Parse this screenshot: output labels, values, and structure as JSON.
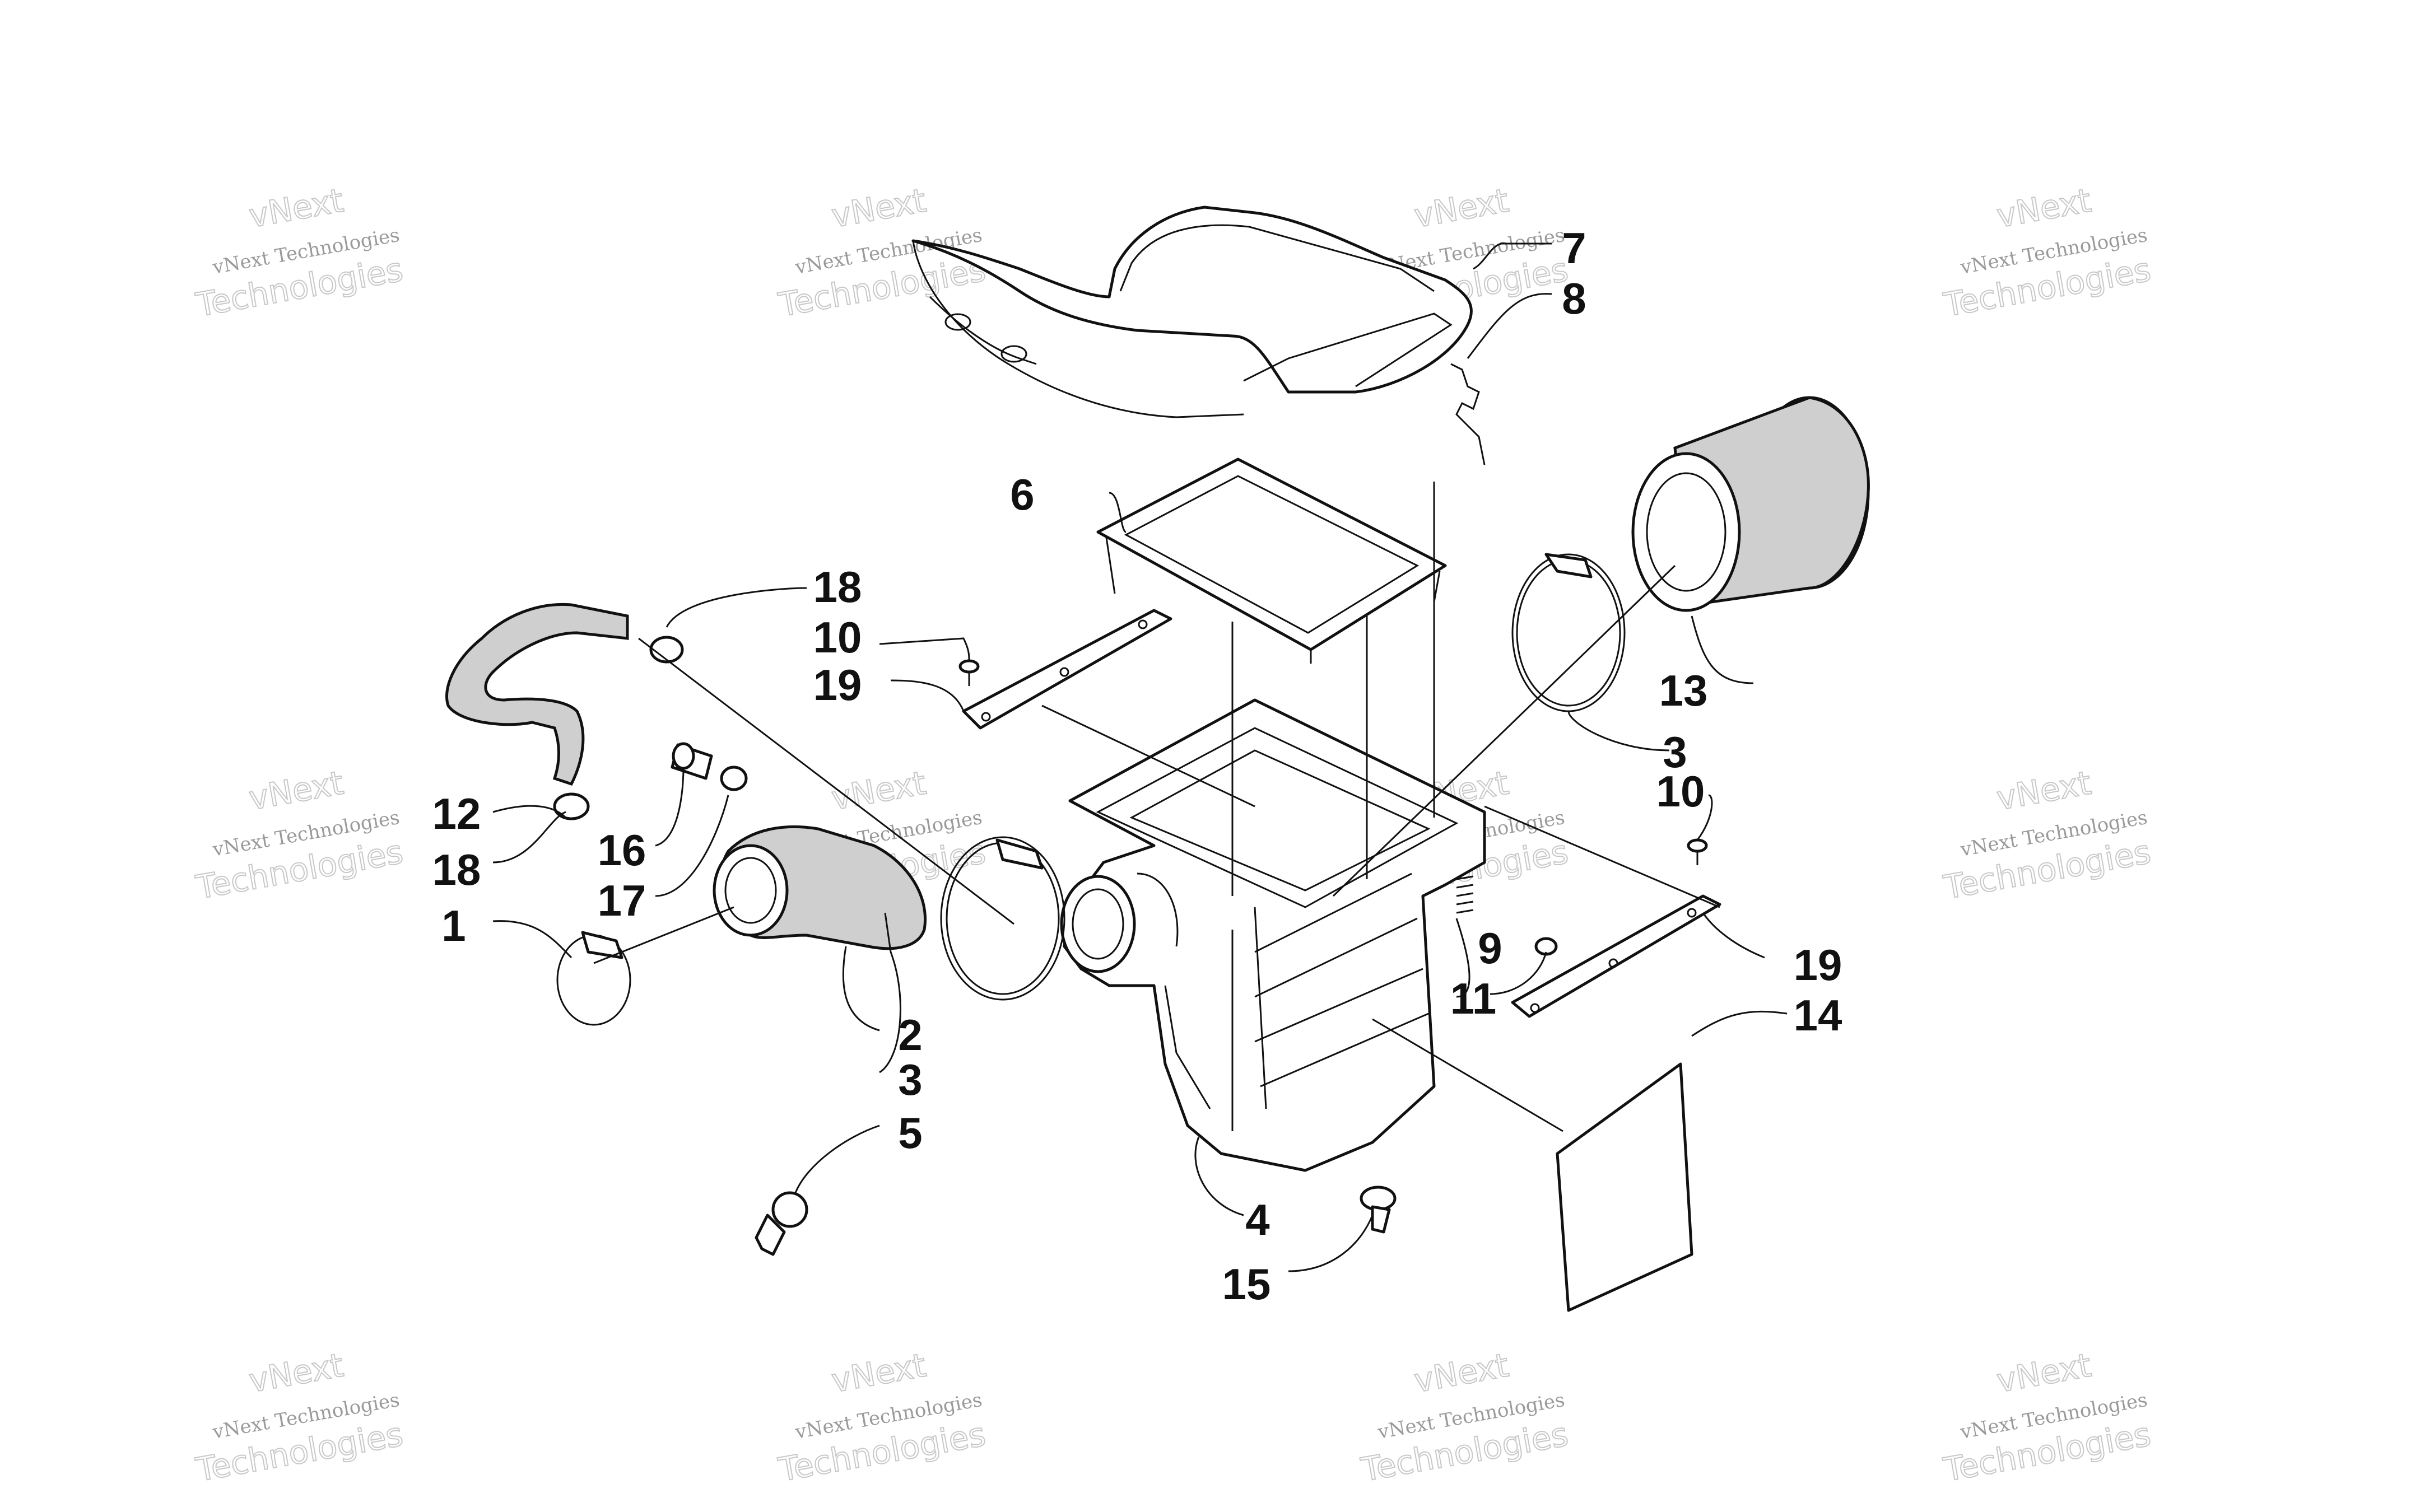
{
  "watermark": {
    "line1": "vNext",
    "line2": "vNext Technologies",
    "line3": "Technologies"
  },
  "callouts": {
    "c1": "1",
    "c2": "2",
    "c3a": "3",
    "c3b": "3",
    "c4": "4",
    "c5": "5",
    "c6": "6",
    "c7": "7",
    "c8": "8",
    "c9": "9",
    "c10a": "10",
    "c10b": "10",
    "c11": "11",
    "c12": "12",
    "c13": "13",
    "c14": "14",
    "c15": "15",
    "c16": "16",
    "c17": "17",
    "c18a": "18",
    "c18b": "18",
    "c19a": "19",
    "c19b": "19"
  }
}
